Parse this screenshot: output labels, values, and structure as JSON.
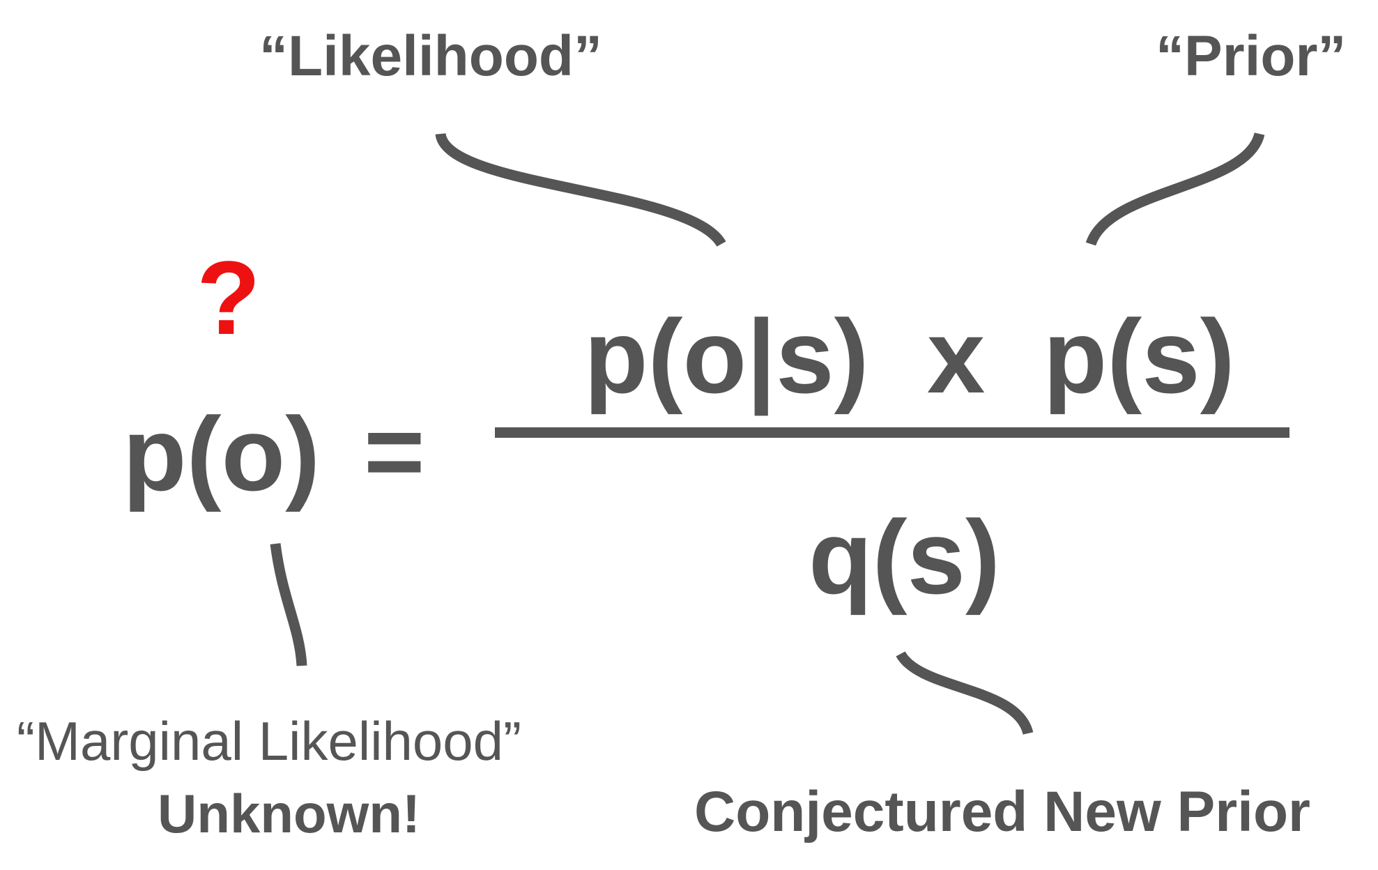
{
  "labels": {
    "likelihood": "“Likelihood”",
    "prior": "“Prior”",
    "marginal_likelihood": "“Marginal Likelihood”",
    "unknown": "Unknown!",
    "conjectured_new_prior": "Conjectured New Prior"
  },
  "equation": {
    "question_mark": "?",
    "lhs": "p(o)",
    "equals": "=",
    "numerator": "p(o|s)  x  p(s)",
    "denominator": "q(s)"
  },
  "colors": {
    "text": "#555555",
    "question_mark": "#ee1111",
    "background": "#ffffff"
  }
}
